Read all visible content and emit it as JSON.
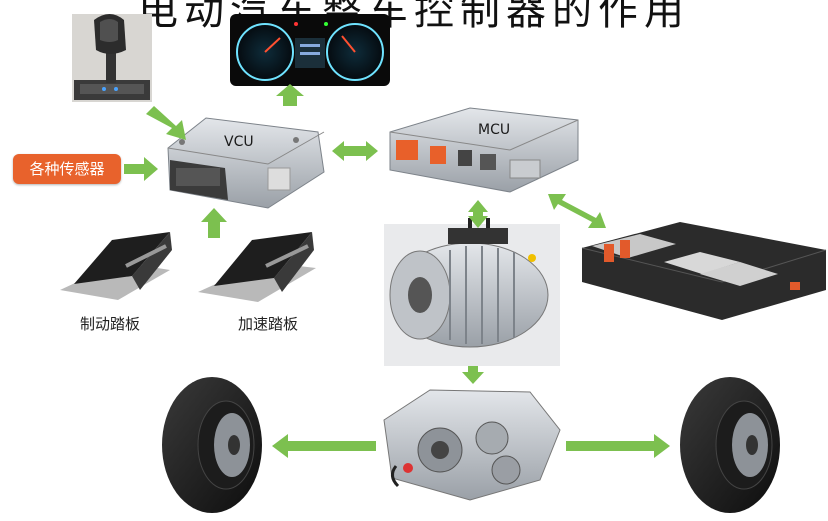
{
  "title": "电动汽车整车控制器的作用",
  "components": {
    "vcu": "VCU",
    "mcu": "MCU",
    "sensors": "各种传感器",
    "brake_pedal": "制动踏板",
    "accel_pedal": "加速踏板"
  },
  "colors": {
    "arrow": "#7cc04f",
    "sensor_box": "#e8622c",
    "metal": "#b8bcc2",
    "dark": "#2a2a2a",
    "battery_accent": "#e25a2b"
  }
}
